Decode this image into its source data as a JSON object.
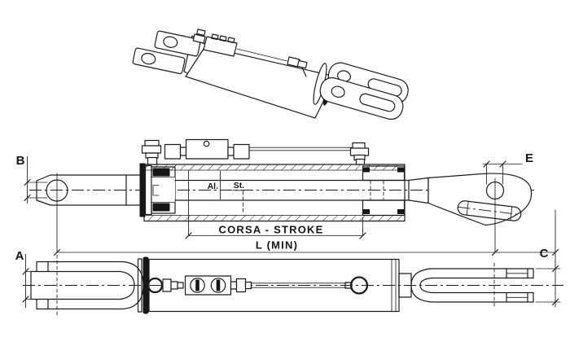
{
  "colors": {
    "line": "#1c1c1c",
    "background": "#ffffff"
  },
  "labels": {
    "dim_b": "B",
    "dim_e": "E",
    "dim_a": "A",
    "dim_c": "C",
    "al": "Al.",
    "st": "St.",
    "stroke": "CORSA - STROKE",
    "length_min": "L (MIN)"
  }
}
